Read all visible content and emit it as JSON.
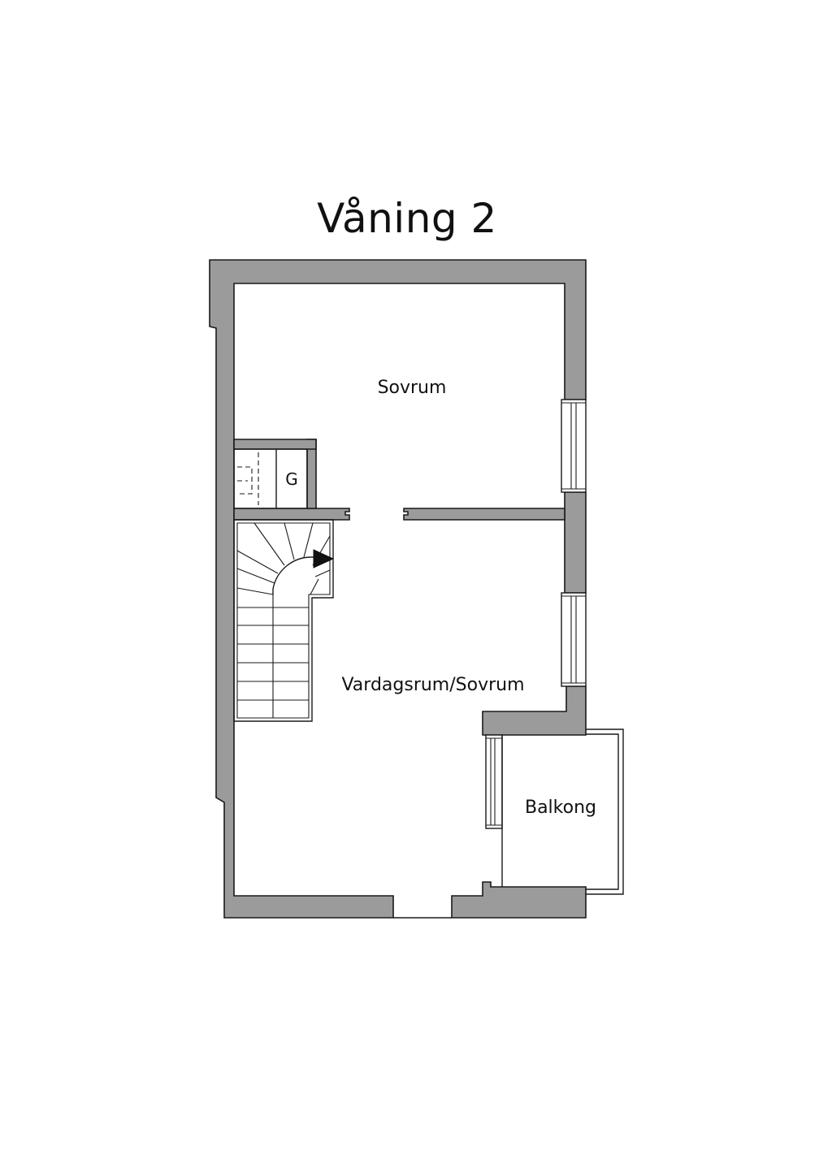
{
  "title": "Våning 2",
  "rooms": {
    "sovrum": "Sovrum",
    "vardagsrum": "Vardagsrum/Sovrum",
    "balkong": "Balkong",
    "closet": "G"
  },
  "colors": {
    "wall": "#9b9b9b",
    "line": "#1a1a1a",
    "background": "#ffffff"
  }
}
